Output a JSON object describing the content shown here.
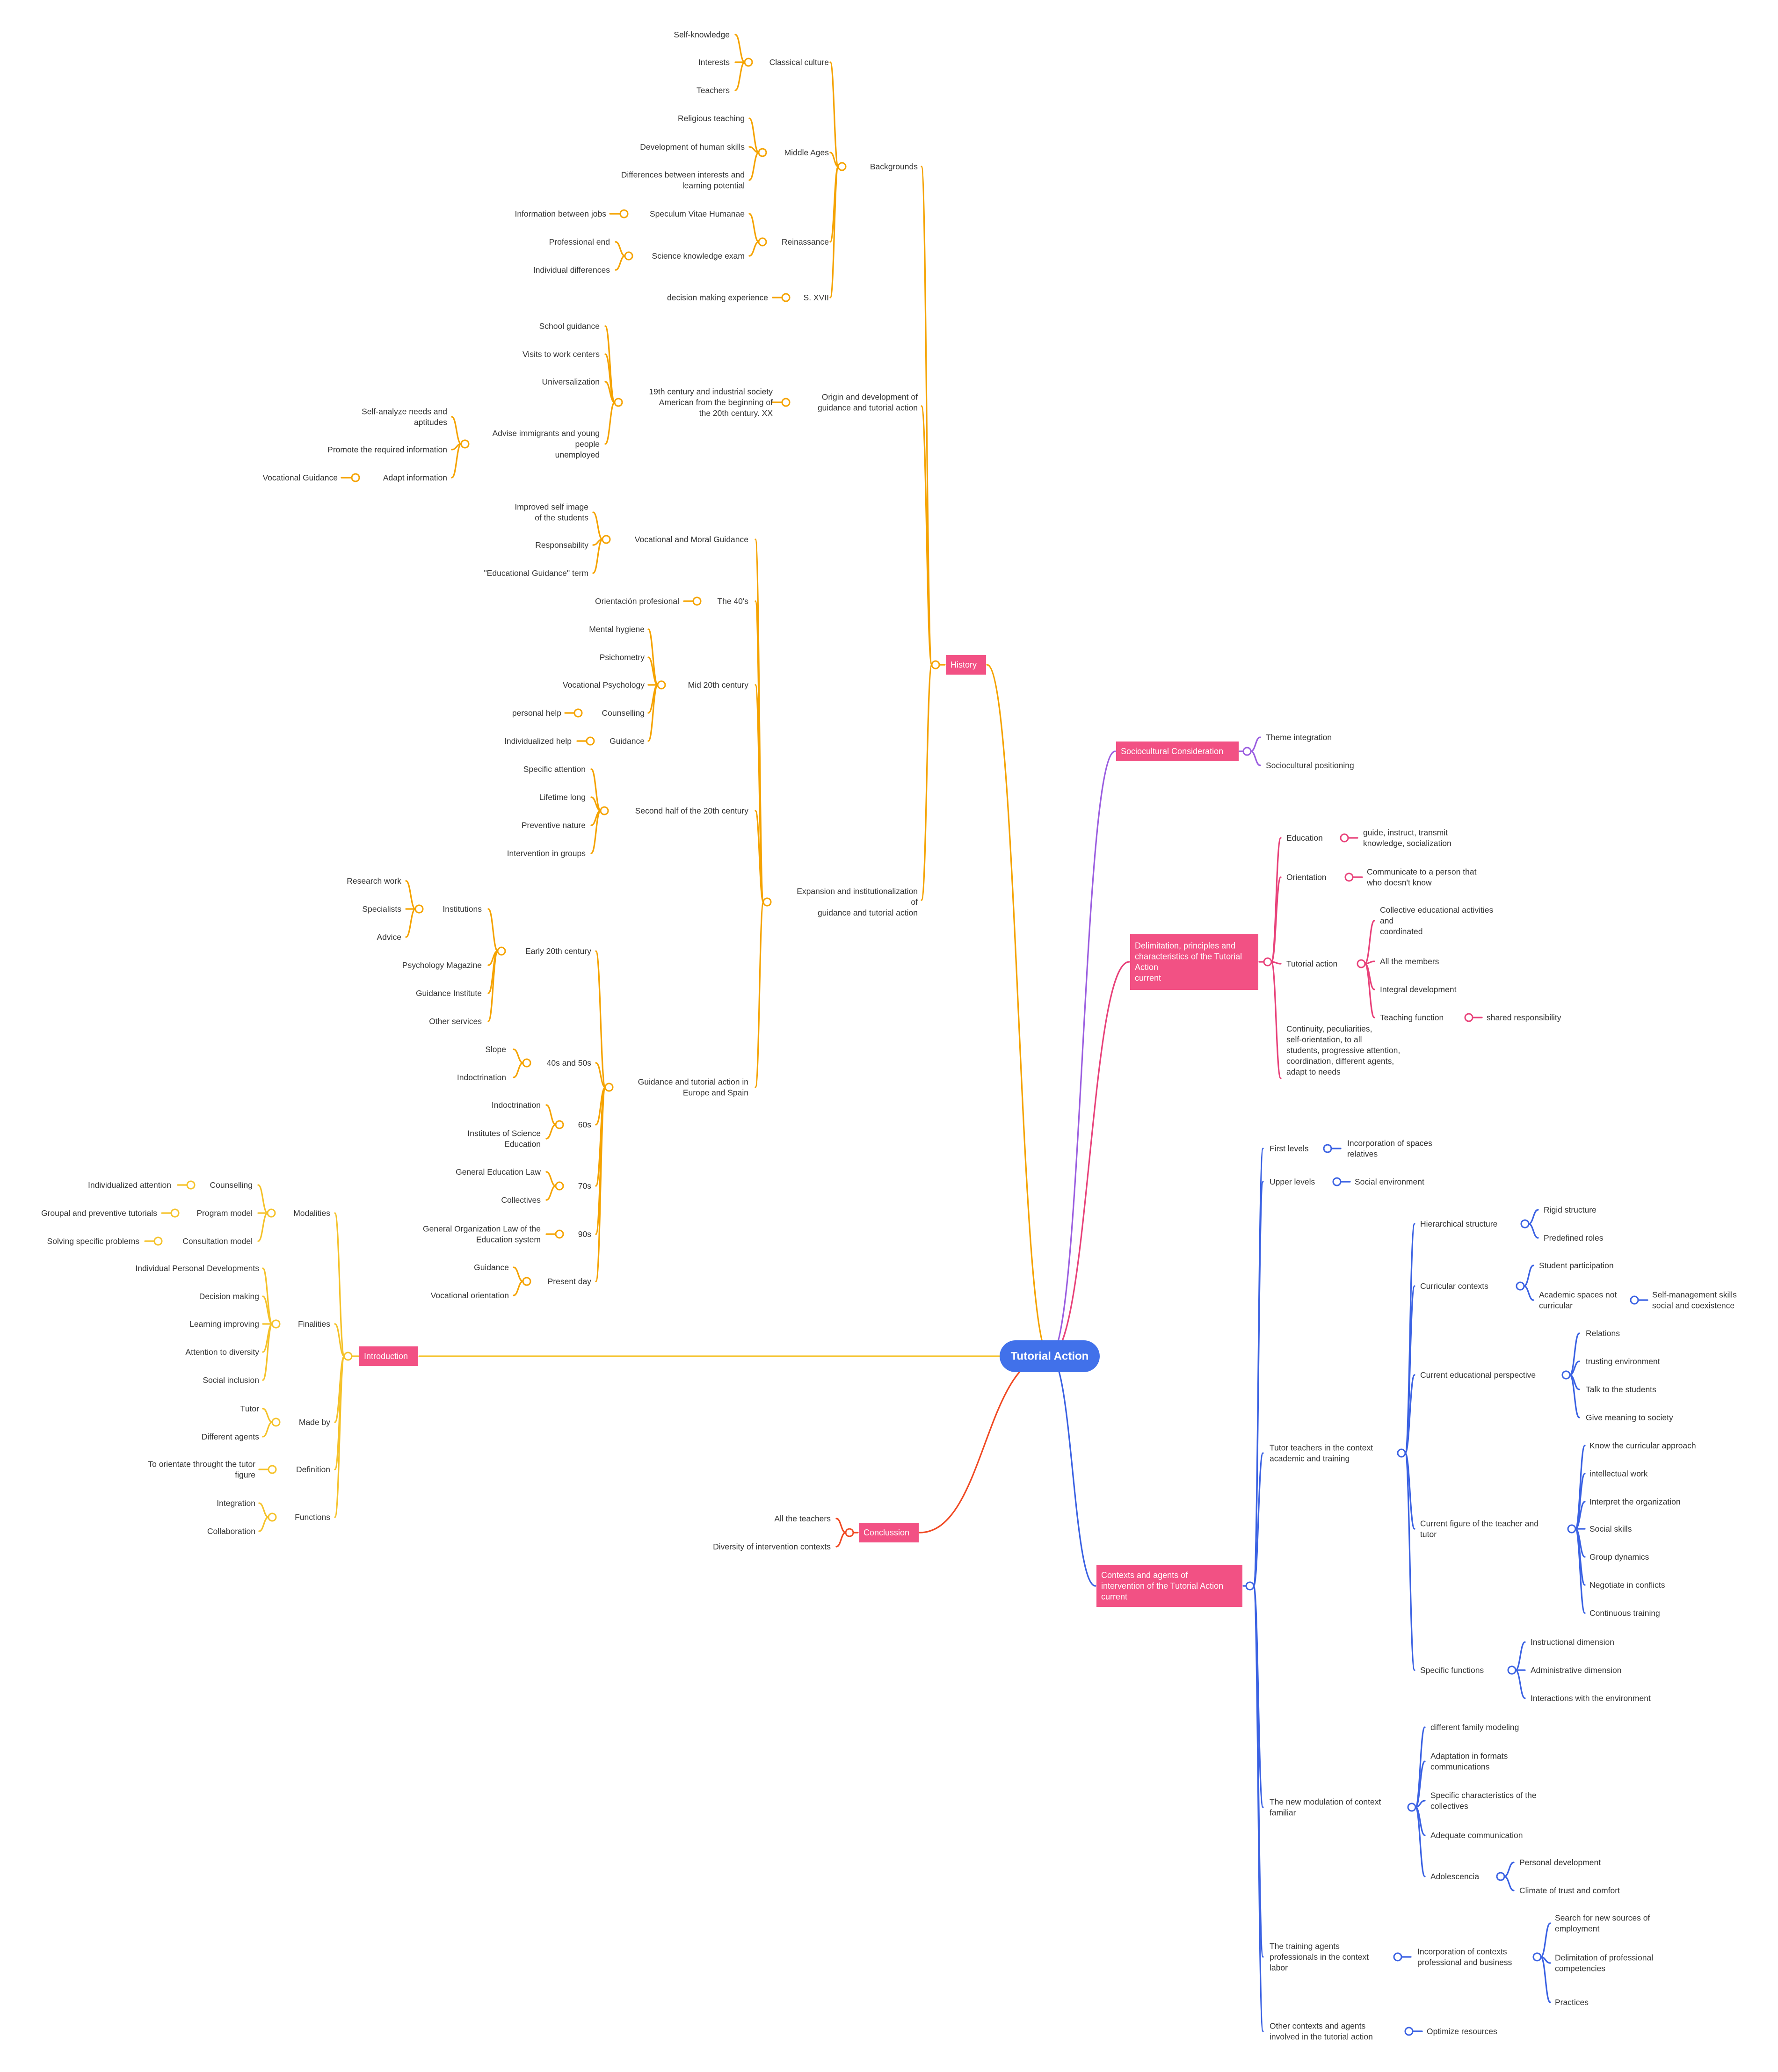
{
  "colors": {
    "root": "#4171ea",
    "branch_box": "#f25184",
    "history": "#f5a300",
    "introduction": "#f5c22a",
    "sociocultural": "#9b5ee0",
    "delimitation": "#e8427a",
    "contexts": "#3b62e3",
    "conclusion": "#f04a24",
    "text": "#333333"
  },
  "root": "Tutorial Action",
  "branches": {
    "history": "History",
    "introduction": "Introduction",
    "sociocultural": "Sociocultural Consideration",
    "delimitation": [
      "Delimitation, principles and",
      "characteristics of the Tutorial",
      "Action",
      "current"
    ],
    "contexts": [
      "Contexts and agents of",
      "intervention of the Tutorial Action",
      "current"
    ],
    "conclusion": "Conclussion"
  },
  "history": {
    "backgrounds": "Backgrounds",
    "classical_culture": "Classical culture",
    "self_knowledge": "Self-knowledge",
    "interests": "Interests",
    "teachers": "Teachers",
    "middle_ages": "Middle Ages",
    "religious_teaching": "Religious teaching",
    "development_human_skills": "Development of human skills",
    "differences": [
      "Differences between interests and",
      "learning potential"
    ],
    "reinassance": "Reinassance",
    "speculum": "Speculum Vitae Humanae",
    "info_between_jobs": "Information between jobs",
    "science_exam": "Science knowledge exam",
    "professional_end": "Professional end",
    "individual_differences": "Individual differences",
    "s_xvii": "S. XVII",
    "decision_making_experience": "decision making experience",
    "origin": [
      "Origin and development of",
      "guidance and tutorial action"
    ],
    "industrial": [
      "19th century and industrial society",
      "American from the beginning of",
      "the 20th century. XX"
    ],
    "school_guidance": "School guidance",
    "visits": "Visits to work centers",
    "universalization": "Universalization",
    "advise": [
      "Advise immigrants and young",
      "people",
      "unemployed"
    ],
    "self_analyze": [
      "Self-analyze needs and",
      "aptitudes"
    ],
    "promote_info": "Promote the required information",
    "adapt_info": "Adapt information",
    "vocational_guidance_1": "Vocational Guidance",
    "expansion": [
      "Expansion and institutionalization",
      "of",
      "guidance and tutorial action"
    ],
    "vocational_moral": "Vocational and Moral Guidance",
    "improved_self_image": [
      "Improved self image",
      "of the students"
    ],
    "responsability": "Responsability",
    "educational_guidance_term": "\"Educational Guidance\" term",
    "the_40s": "The 40's",
    "orientacion_profesional": "Orientación profesional",
    "mid_20th": "Mid 20th century",
    "mental_hygiene": "Mental hygiene",
    "psichometry": "Psichometry",
    "vocational_psychology": "Vocational Psychology",
    "counselling": "Counselling",
    "personal_help": "personal help",
    "guidance": "Guidance",
    "individualized_help": "Individualized help",
    "second_half": "Second half of the 20th century",
    "specific_attention": "Specific attention",
    "lifetime_long": "Lifetime long",
    "preventive_nature": "Preventive nature",
    "intervention_groups": "Intervention in groups",
    "europe_spain": [
      "Guidance and tutorial action in",
      "Europe and Spain"
    ],
    "early_20th": "Early 20th century",
    "institutions": "Institutions",
    "research_work": "Research work",
    "specialists": "Specialists",
    "advice": "Advice",
    "psychology_magazine": "Psychology Magazine",
    "guidance_institute": "Guidance Institute",
    "other_services": "Other services",
    "40s_50s": "40s and 50s",
    "slope": "Slope",
    "indoctrination_1": "Indoctrination",
    "60s": "60s",
    "indoctrination_2": "Indoctrination",
    "institutes_science": [
      "Institutes of Science",
      "Education"
    ],
    "70s": "70s",
    "general_education_law": "General Education Law",
    "collectives": "Collectives",
    "90s": "90s",
    "general_organization_law": [
      "General Organization Law of the",
      "Education system"
    ],
    "present_day": "Present day",
    "guidance_present": "Guidance",
    "vocational_orientation": "Vocational orientation"
  },
  "introduction": {
    "modalities": "Modalities",
    "counselling": "Counselling",
    "individualized_attention": "Individualized attention",
    "program_model": "Program model",
    "groupal": "Groupal and preventive tutorials",
    "consultation_model": "Consultation model",
    "solving": "Solving specific problems",
    "finalities": "Finalities",
    "ipd": "Individual Personal Developments",
    "decision_making": "Decision making",
    "learning_improving": "Learning improving",
    "attention_diversity": "Attention to diversity",
    "social_inclusion": "Social inclusion",
    "made_by": "Made by",
    "tutor": "Tutor",
    "different_agents": "Different agents",
    "definition": "Definition",
    "to_orientate": [
      "To orientate throught the tutor",
      "figure"
    ],
    "functions": "Functions",
    "integration": "Integration",
    "collaboration": "Collaboration"
  },
  "sociocultural": {
    "theme_integration": "Theme integration",
    "sociocultural_positioning": "Sociocultural positioning"
  },
  "delimitation": {
    "education": "Education",
    "guide_instruct": [
      "guide, instruct, transmit",
      "knowledge, socialization"
    ],
    "orientation": "Orientation",
    "communicate": [
      "Communicate to a person that",
      "who doesn't know"
    ],
    "tutorial_action": "Tutorial action",
    "collective_activities": [
      "Collective educational activities",
      "and",
      "coordinated"
    ],
    "all_members": "All the members",
    "integral_development": "Integral development",
    "teaching_function": "Teaching function",
    "shared_responsibility": "shared responsibility",
    "continuity": [
      "Continuity, peculiarities,",
      "self-orientation, to all",
      "students, progressive attention,",
      "coordination, different agents,",
      "adapt to needs"
    ]
  },
  "contexts": {
    "first_levels": "First levels",
    "incorporation_spaces": [
      "Incorporation of spaces",
      "relatives"
    ],
    "upper_levels": "Upper levels",
    "social_environment": "Social environment",
    "tutor_teachers": [
      "Tutor teachers in the context",
      "academic and training"
    ],
    "hierarchical": "Hierarchical structure",
    "rigid_structure": "Rigid structure",
    "predefined_roles": "Predefined roles",
    "curricular_contexts": "Curricular contexts",
    "student_participation": "Student participation",
    "academic_spaces": [
      "Academic spaces not",
      "curricular"
    ],
    "self_management": [
      "Self-management skills",
      "social and coexistence"
    ],
    "current_perspective": "Current educational perspective",
    "relations": "Relations",
    "trusting_environment": "trusting environment",
    "talk_students": "Talk to the students",
    "give_meaning": "Give meaning to society",
    "current_figure": [
      "Current figure of the teacher and",
      "tutor"
    ],
    "know_curricular": "Know the curricular approach",
    "intellectual_work": "intellectual work",
    "interpret_org": "Interpret the organization",
    "social_skills": "Social skills",
    "group_dynamics": "Group dynamics",
    "negotiate": "Negotiate in conflicts",
    "continuous_training": "Continuous training",
    "specific_functions": "Specific functions",
    "instructional": "Instructional dimension",
    "administrative": "Administrative dimension",
    "interactions": "Interactions with the environment",
    "new_modulation": [
      "The new modulation of context",
      "familiar"
    ],
    "family_modeling": "different family modeling",
    "adaptation_formats": [
      "Adaptation in formats",
      "communications"
    ],
    "specific_characteristics": [
      "Specific characteristics of the",
      "collectives"
    ],
    "adequate_communication": "Adequate communication",
    "adolescencia": "Adolescencia",
    "personal_development": "Personal development",
    "climate_trust": "Climate of trust and comfort",
    "training_agents": [
      "The training agents",
      "professionals in the context",
      "labor"
    ],
    "incorporation_contexts": [
      "Incorporation of contexts",
      "professional and business"
    ],
    "search_sources": [
      "Search for new sources of",
      "employment"
    ],
    "delimitation_competencies": [
      "Delimitation of professional",
      "competencies"
    ],
    "practices": "Practices",
    "other_contexts": [
      "Other contexts and agents",
      "involved in the tutorial action"
    ],
    "optimize_resources": "Optimize resources"
  },
  "conclusion": {
    "all_teachers": "All the teachers",
    "diversity": "Diversity of intervention contexts"
  }
}
